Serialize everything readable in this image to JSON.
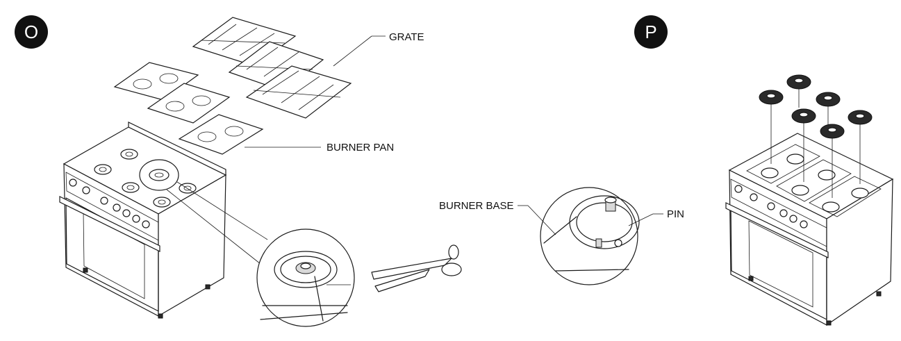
{
  "steps": [
    {
      "id": "step-o",
      "badge": "O"
    },
    {
      "id": "step-p",
      "badge": "P"
    }
  ],
  "callouts": {
    "grate": "GRATE",
    "burner_pan": "BURNER PAN",
    "burner_base": "BURNER BASE",
    "pin": "PIN"
  },
  "icons": [
    "scissors-icon",
    "range-illustration",
    "magnified-detail"
  ]
}
